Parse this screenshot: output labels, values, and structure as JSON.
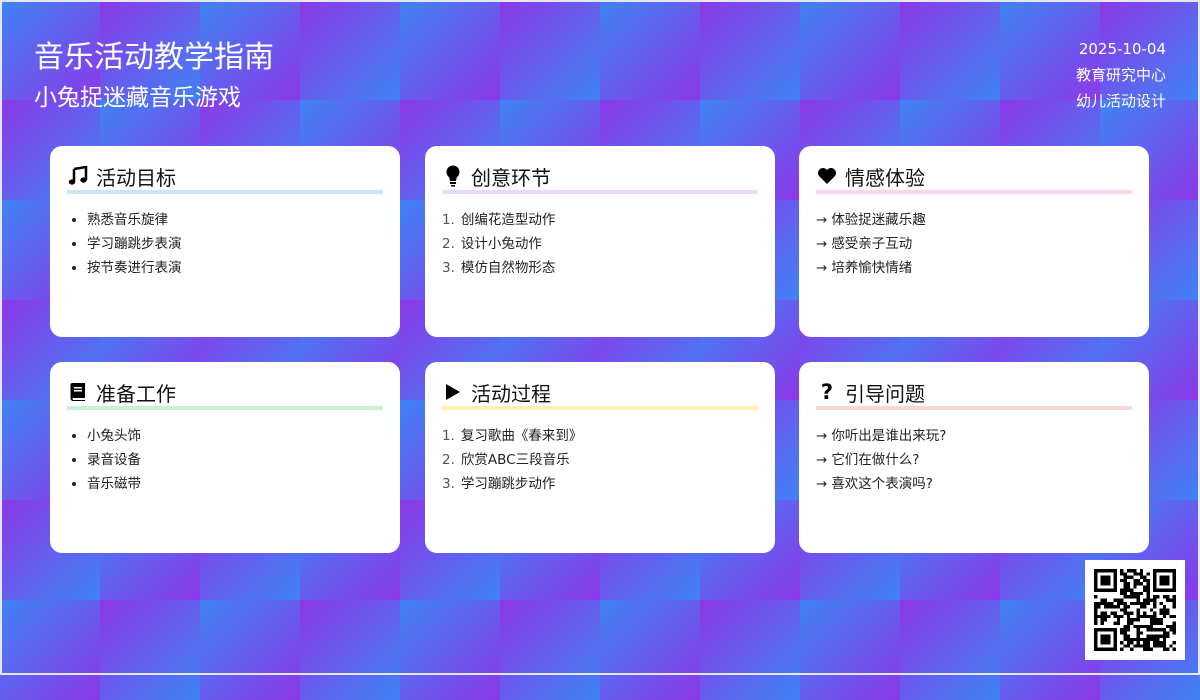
{
  "header": {
    "title": "音乐活动教学指南",
    "subtitle": "小兔捉迷藏音乐游戏",
    "date": "2025-10-04",
    "org": "教育研究中心",
    "dept": "幼儿活动设计"
  },
  "cards": [
    {
      "title": "活动目标",
      "icon": "music-note-icon",
      "accent": "#cfe3f7",
      "style": "bullet",
      "items": [
        "熟悉音乐旋律",
        "学习蹦跳步表演",
        "按节奏进行表演"
      ]
    },
    {
      "title": "创意环节",
      "icon": "lightbulb-icon",
      "accent": "#eadaf8",
      "style": "number",
      "items": [
        "创编花造型动作",
        "设计小兔动作",
        "模仿自然物形态"
      ]
    },
    {
      "title": "情感体验",
      "icon": "heart-icon",
      "accent": "#f9d6ea",
      "style": "arrow",
      "items": [
        "体验捉迷藏乐趣",
        "感受亲子互动",
        "培养愉快情绪"
      ]
    },
    {
      "title": "准备工作",
      "icon": "book-icon",
      "accent": "#c9f0da",
      "style": "bullet",
      "items": [
        "小兔头饰",
        "录音设备",
        "音乐磁带"
      ]
    },
    {
      "title": "活动过程",
      "icon": "play-icon",
      "accent": "#fbefb2",
      "style": "number",
      "items": [
        "复习歌曲《春来到》",
        "欣赏ABC三段音乐",
        "学习蹦跳步动作"
      ]
    },
    {
      "title": "引导问题",
      "icon": "question-icon",
      "accent": "#f7d7da",
      "style": "arrow",
      "items": [
        "你听出是谁出来玩?",
        "它们在做什么?",
        "喜欢这个表演吗?"
      ]
    }
  ],
  "arrow": "→"
}
